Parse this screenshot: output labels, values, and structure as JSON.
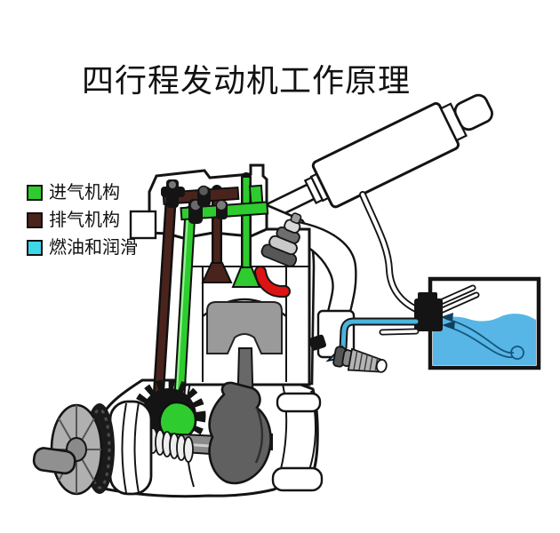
{
  "title": "四行程发动机工作原理",
  "legend": {
    "items": [
      {
        "label": "进气机构"
      },
      {
        "label": "排气机构"
      },
      {
        "label": "燃油和润滑"
      }
    ]
  },
  "colors": {
    "intake": "#2ecc2e",
    "intakelight": "#9bef9b",
    "exhaust": "#4a241c",
    "fuel": "#3fd6e8",
    "fuelline": "#49b4dc",
    "tankfuel": "#57b6e6",
    "hotred": "#dd1414",
    "outline": "#141414"
  }
}
